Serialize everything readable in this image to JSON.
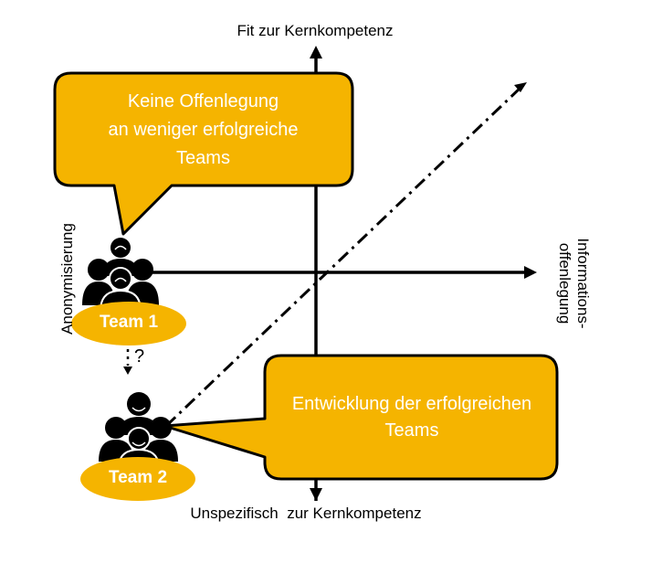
{
  "axes": {
    "top": "Fit zur Kernkompetenz",
    "bottom": "Unspezifisch  zur Kernkompetenz",
    "left": "Anonymisierung",
    "right": "Informations-\noffenlegung"
  },
  "bubbles": {
    "top": "Keine Offenlegung\nan weniger erfolgreiche\nTeams",
    "bottom": "Entwicklung der erfolgreichen\nTeams"
  },
  "teams": {
    "team1": "Team 1",
    "team2": "Team 2"
  },
  "question_mark": "?",
  "colors": {
    "bubble_fill": "#F5B400",
    "outline": "#000000",
    "people": "#000000",
    "text_on_fill": "#FFFFFF"
  },
  "icons": [
    "people-group-icon",
    "people-group-icon"
  ]
}
